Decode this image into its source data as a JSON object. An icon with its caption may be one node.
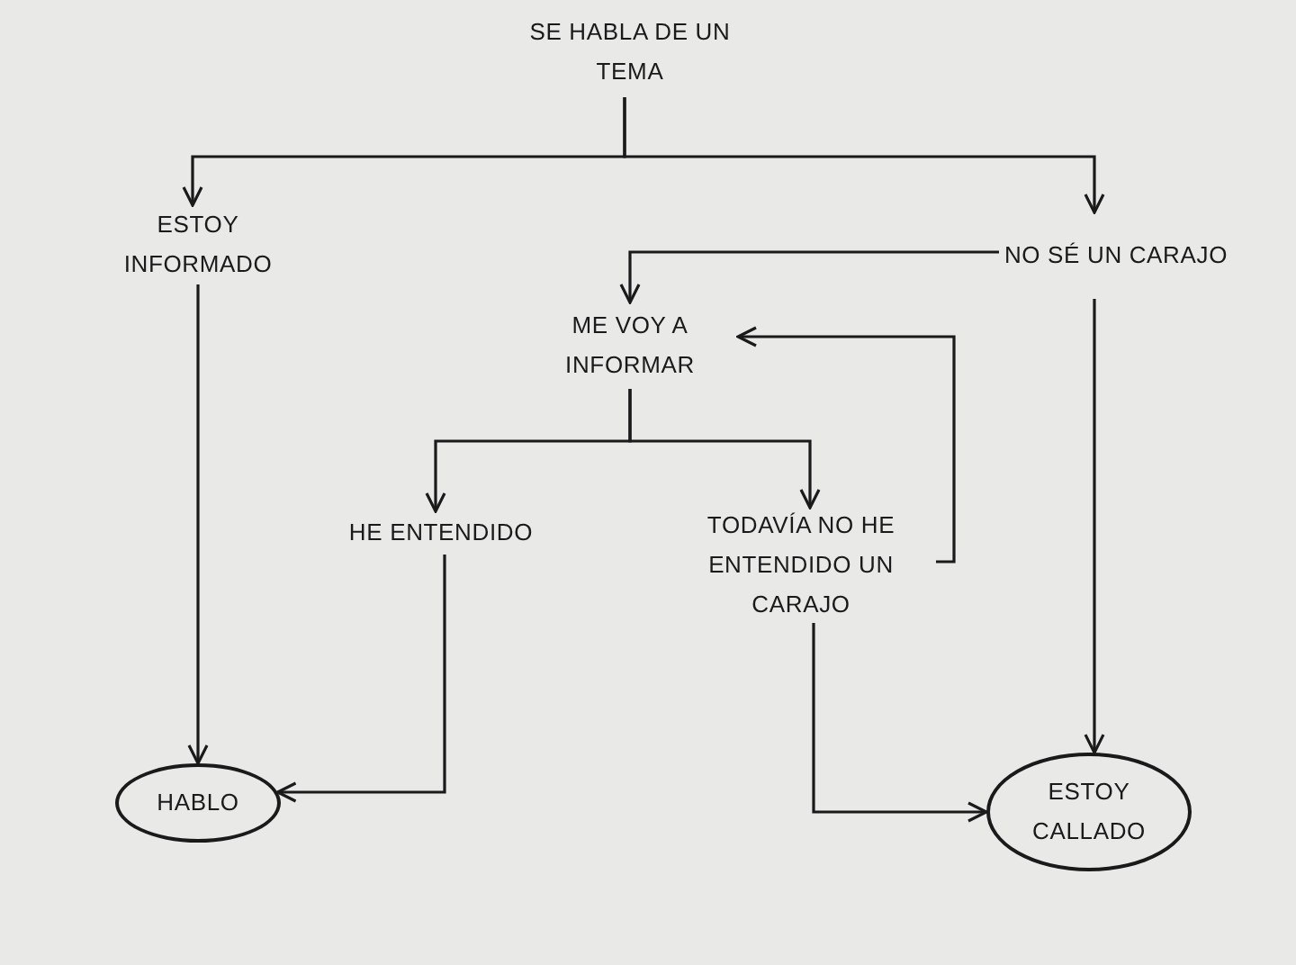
{
  "diagram": {
    "nodes": [
      {
        "text": [
          "SE HABLA DE UN TEMA"
        ]
      },
      {
        "text": [
          "ESTOY INFORMADO"
        ]
      },
      {
        "text": [
          "NO SÉ UN CARAJO"
        ]
      },
      {
        "text": [
          "ME VOY A INFORMAR"
        ]
      },
      {
        "text": [
          "HE ENTENDIDO"
        ]
      },
      {
        "text": [
          "TODAVÍA NO HE ENTENDIDO UN CARAJO"
        ]
      },
      {
        "text": [
          "HABLO"
        ]
      },
      {
        "text": [
          "ESTOY CALLADO"
        ]
      }
    ],
    "edges": [
      {
        "from": 0,
        "to": 1,
        "arrow": "to"
      },
      {
        "from": 0,
        "to": 2,
        "arrow": "to"
      },
      {
        "from": 2,
        "to": 3,
        "arrow": "to"
      },
      {
        "from": 3,
        "to": 4,
        "arrow": "to"
      },
      {
        "from": 3,
        "to": 5,
        "arrow": "to"
      },
      {
        "from": 5,
        "to": 3,
        "arrow": "to"
      },
      {
        "from": 1,
        "to": 6,
        "arrow": "to"
      },
      {
        "from": 4,
        "to": 6,
        "arrow": "to"
      },
      {
        "from": 5,
        "to": 7,
        "arrow": "to"
      },
      {
        "from": 2,
        "to": 7,
        "arrow": "to"
      }
    ]
  }
}
